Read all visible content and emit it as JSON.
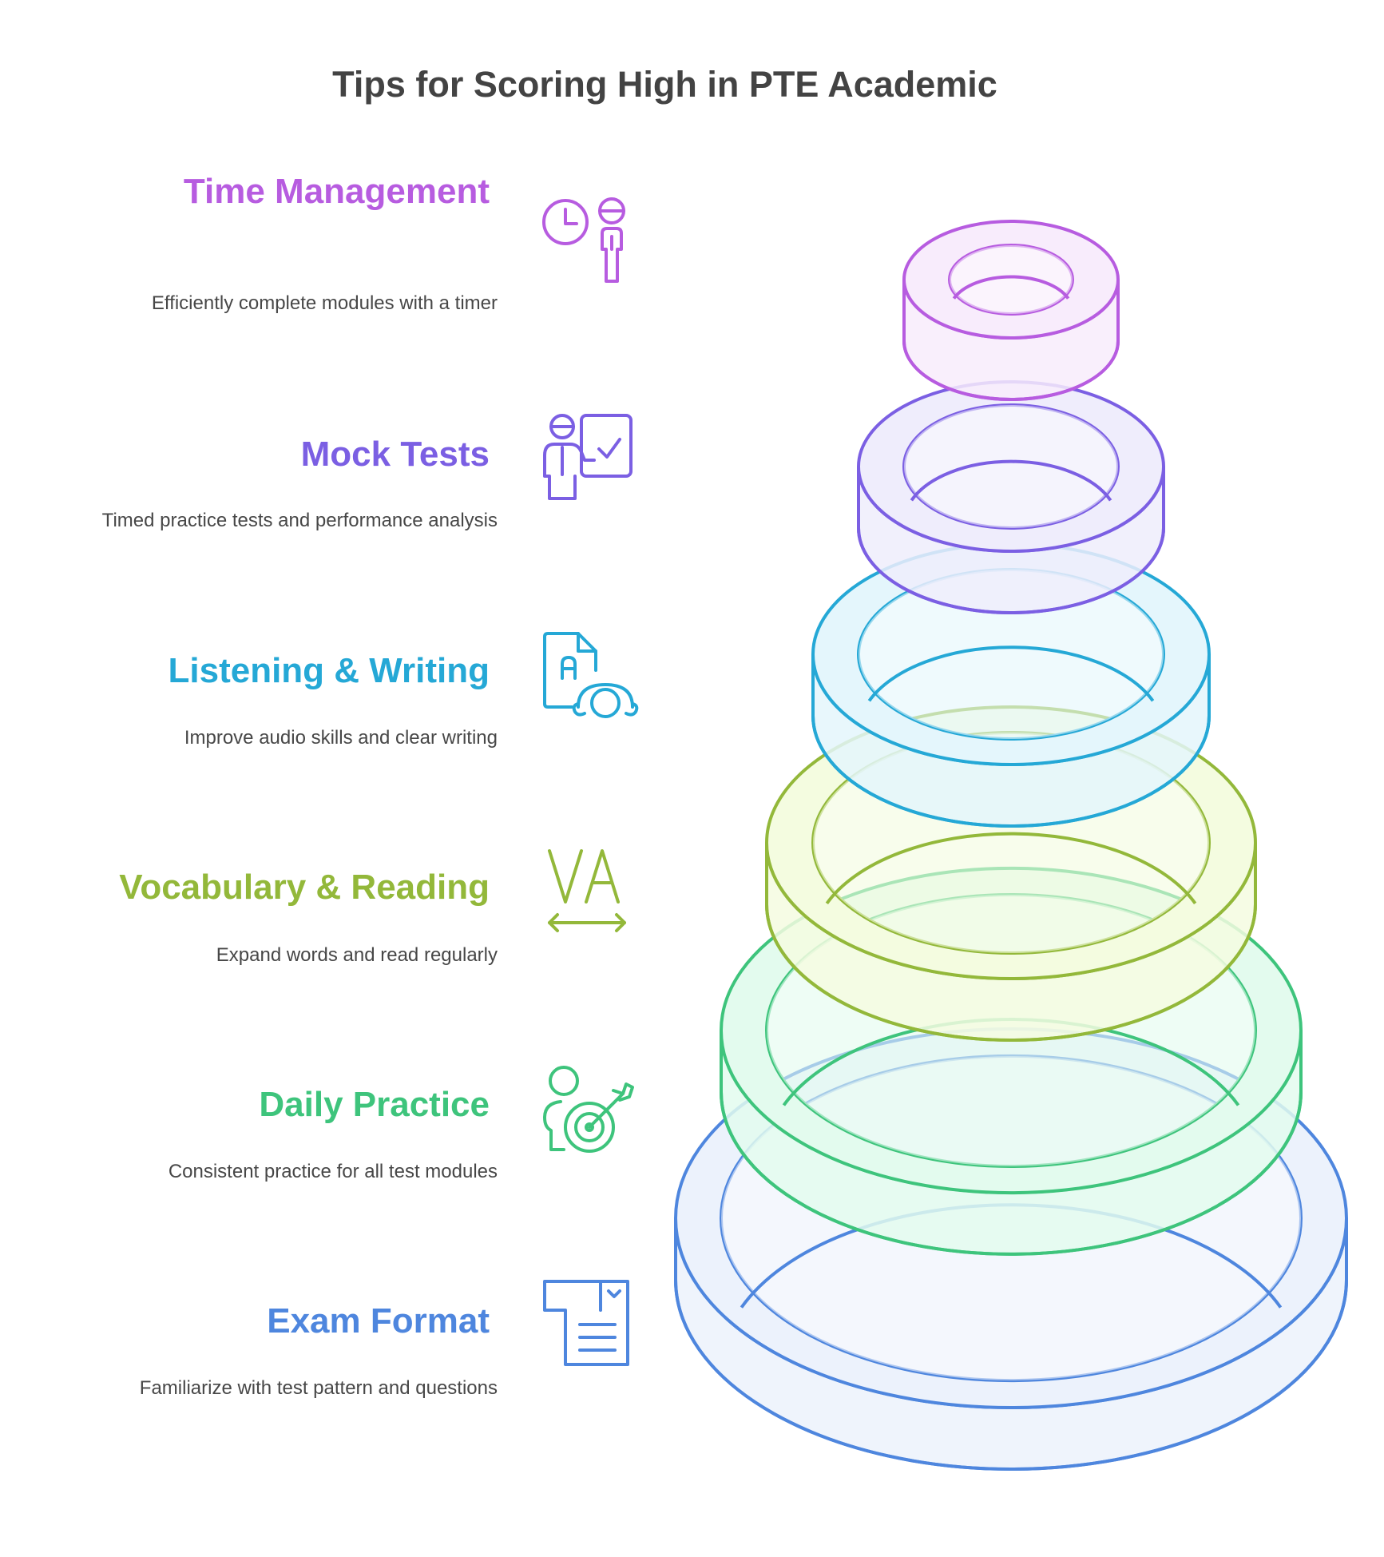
{
  "title": "Tips for Scoring High in PTE Academic",
  "tips": [
    {
      "title": "Time Management",
      "description": "Efficiently complete modules with a timer",
      "icon": "clock-person-icon",
      "color": "#b75ce0",
      "fill": "#f8ecfc"
    },
    {
      "title": "Mock Tests",
      "description": "Timed practice tests and performance analysis",
      "icon": "teacher-board-icon",
      "color": "#7b5fe3",
      "fill": "#efedfc"
    },
    {
      "title": "Listening & Writing",
      "description": "Improve audio skills and clear writing",
      "icon": "document-headphones-icon",
      "color": "#25a8d6",
      "fill": "#e4f6fc"
    },
    {
      "title": "Vocabulary & Reading",
      "description": "Expand words and read regularly",
      "icon": "text-width-icon",
      "color": "#93b83a",
      "fill": "#f4fce0"
    },
    {
      "title": "Daily Practice",
      "description": "Consistent practice for all test modules",
      "icon": "person-target-icon",
      "color": "#3ec47c",
      "fill": "#e3fbee"
    },
    {
      "title": "Exam Format",
      "description": "Familiarize with test pattern and questions",
      "icon": "form-document-icon",
      "color": "#4e86de",
      "fill": "#ecf2fc"
    }
  ]
}
